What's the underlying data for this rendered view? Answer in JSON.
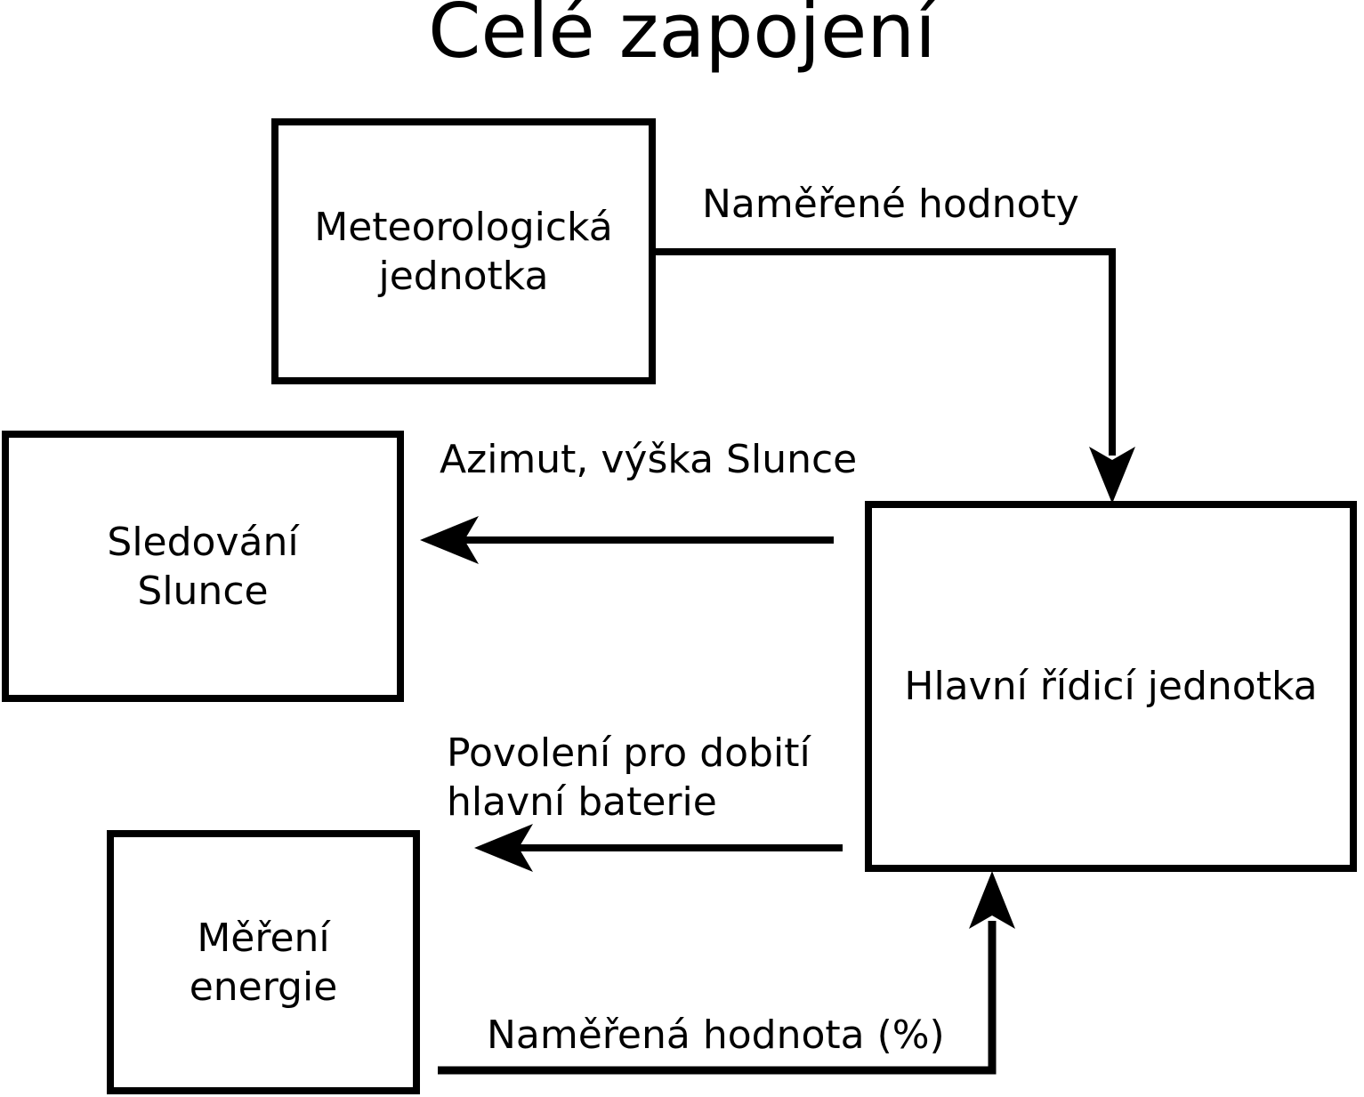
{
  "title": "Celé zapojení",
  "colors": {
    "line": "#000000",
    "background": "#ffffff",
    "text": "#000000"
  },
  "nodes": [
    {
      "id": "meteorologicka-jednotka",
      "label": "Meteorologická\njednotka"
    },
    {
      "id": "sledovani-slunce",
      "label": "Sledování\nSlunce"
    },
    {
      "id": "mereni-energie",
      "label": "Měření\nenergie"
    },
    {
      "id": "hlavni-ridici-jednotka",
      "label": "Hlavní řídicí jednotka"
    }
  ],
  "edges": [
    {
      "id": "namerene-hodnoty",
      "label": "Naměřené hodnoty",
      "from": "meteorologicka-jednotka",
      "to": "hlavni-ridici-jednotka"
    },
    {
      "id": "azimut-vyska-slunce",
      "label": "Azimut, výška Slunce",
      "from": "hlavni-ridici-jednotka",
      "to": "sledovani-slunce"
    },
    {
      "id": "povoleni-pro-dobiti",
      "label": "Povolení pro dobití\nhlavní baterie",
      "from": "hlavni-ridici-jednotka",
      "to": null
    },
    {
      "id": "namerena-hodnota",
      "label": "Naměřená hodnota (%)",
      "from": "mereni-energie",
      "to": "hlavni-ridici-jednotka"
    }
  ]
}
